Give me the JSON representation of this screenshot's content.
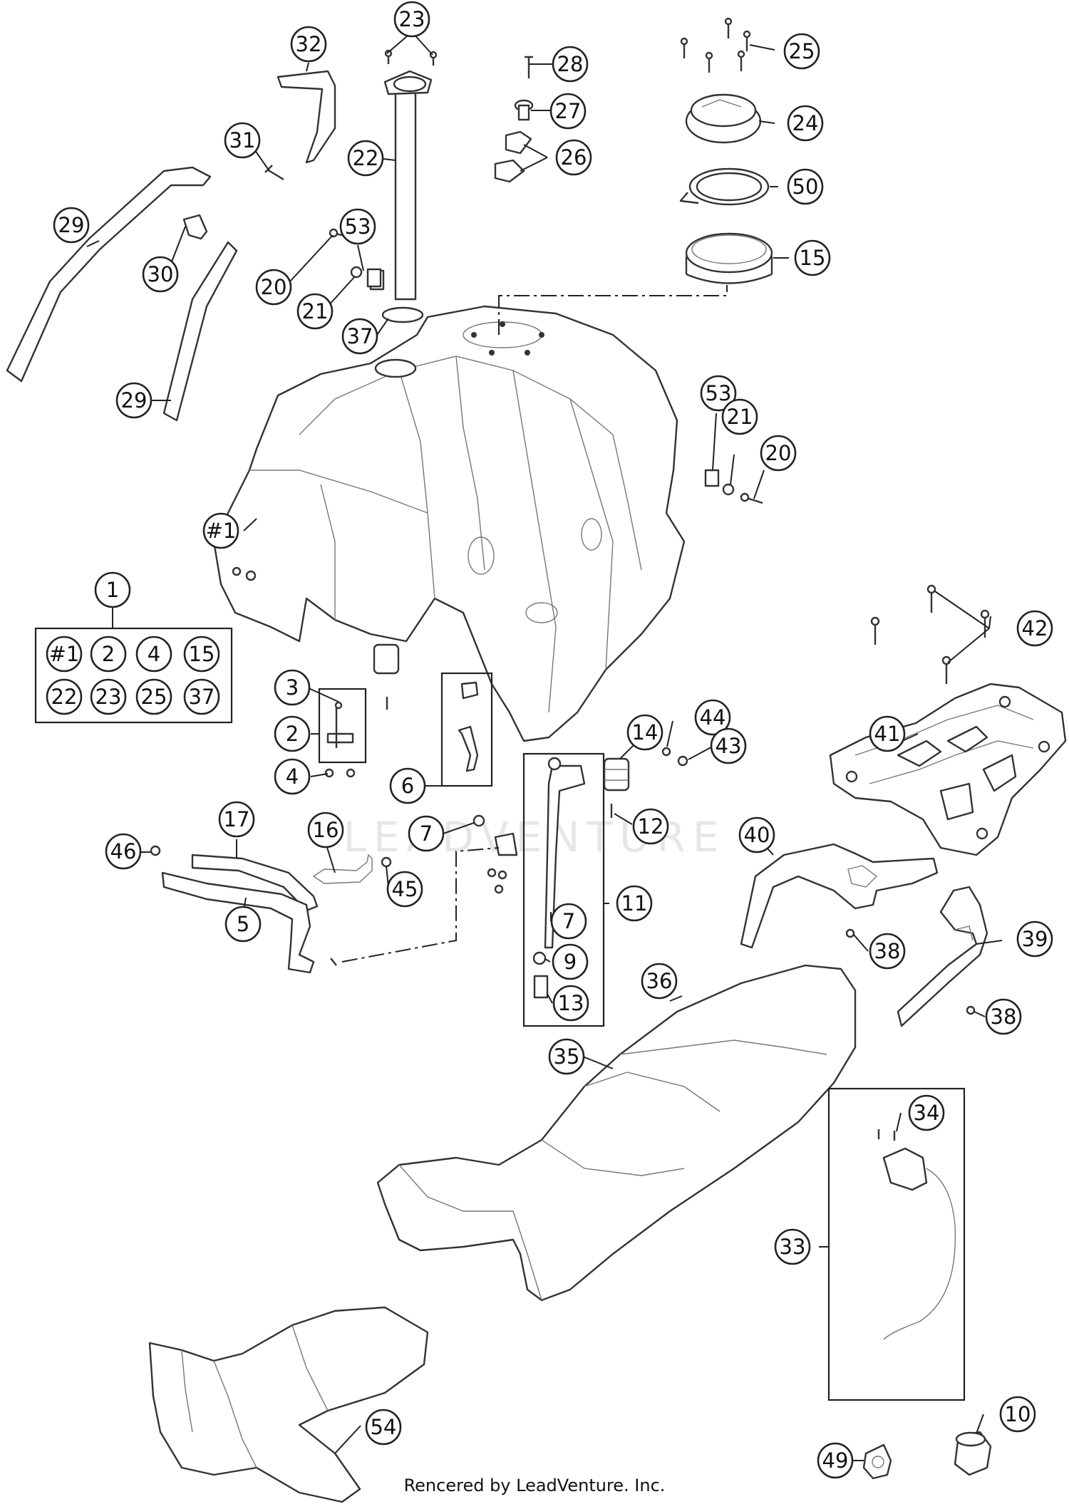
{
  "watermark": "LEADVENTURE",
  "footer": "Rencered by LeadVenture. Inc.",
  "kit_box": {
    "label": "1",
    "items": [
      "#1",
      "2",
      "4",
      "15",
      "22",
      "23",
      "25",
      "37"
    ]
  },
  "callouts": {
    "c23": "23",
    "c32": "32",
    "c28": "28",
    "c27": "27",
    "c26": "26",
    "c25": "25",
    "c24": "24",
    "c50": "50",
    "c15": "15",
    "c31": "31",
    "c22": "22",
    "c29a": "29",
    "c30": "30",
    "c53a": "53",
    "c20a": "20",
    "c21a": "21",
    "c37": "37",
    "c29b": "29",
    "c53b": "53",
    "c21b": "21",
    "c20b": "20",
    "c1tank": "#1",
    "c42": "42",
    "c41": "41",
    "c3": "3",
    "c2": "2",
    "c4": "4",
    "c6": "6",
    "c14": "14",
    "c44": "44",
    "c43": "43",
    "c12": "12",
    "c7a": "7",
    "c11": "11",
    "c17": "17",
    "c16": "16",
    "c46": "46",
    "c45": "45",
    "c5": "5",
    "c40": "40",
    "c7b": "7",
    "c9": "9",
    "c13": "13",
    "c38a": "38",
    "c39": "39",
    "c38b": "38",
    "c36": "36",
    "c35": "35",
    "c34": "34",
    "c33": "33",
    "c54": "54",
    "c10": "10",
    "c49": "49"
  }
}
